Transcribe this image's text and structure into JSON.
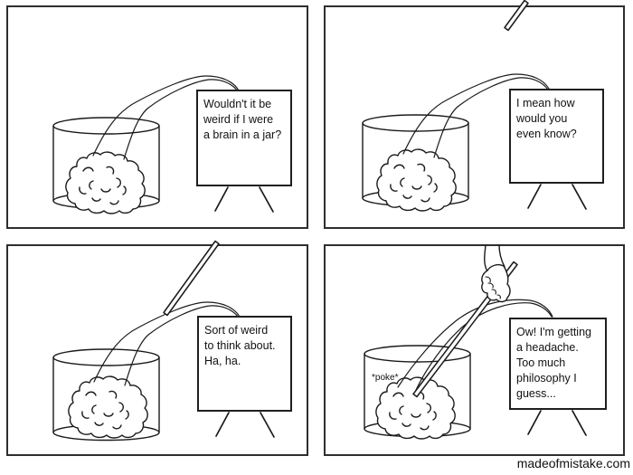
{
  "comic": {
    "site": "madeofmistake.com",
    "panels": [
      {
        "id": 1,
        "sign_text": "Wouldn't it be\nweird if I were\na brain in a jar?"
      },
      {
        "id": 2,
        "sign_text": "I mean how\nwould you\neven know?"
      },
      {
        "id": 3,
        "sign_text": "Sort of weird\nto think about.\nHa, ha."
      },
      {
        "id": 4,
        "sign_text": "Ow! I'm getting\na headache.\nToo much\nphilosophy I\nguess...",
        "sound_effect": "*poke*"
      }
    ]
  }
}
